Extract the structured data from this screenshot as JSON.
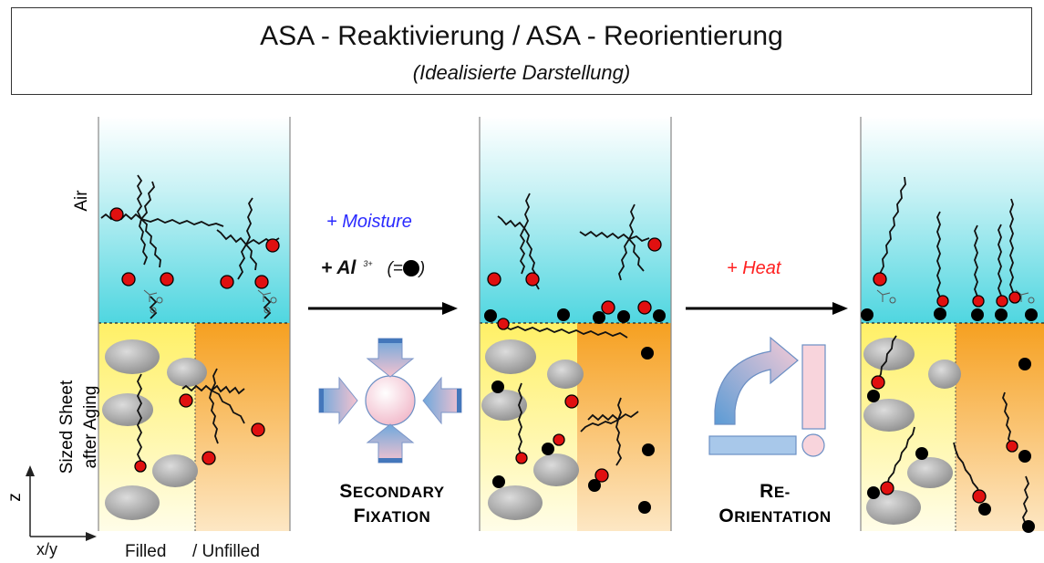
{
  "header": {
    "title": "ASA - Reaktivierung / ASA - Reorientierung",
    "subtitle": "(Idealisierte Darstellung)"
  },
  "panel1": {
    "air_label": "Air",
    "sheet_label_line1": "Sized Sheet",
    "sheet_label_line2": "after Aging",
    "filled_label": "Filled",
    "unfilled_label": "/ Unfilled"
  },
  "axes": {
    "z_label": "z",
    "xy_label": "x/y"
  },
  "step1": {
    "moisture_label": "+ Moisture",
    "al_prefix": "+ Al",
    "al_superscript": "3+",
    "al_suffix_open": "(=",
    "al_suffix_close": ")",
    "caption_line1_first": "S",
    "caption_line1_rest": "ECONDARY",
    "caption_line2_first": "F",
    "caption_line2_rest": "IXATION"
  },
  "step2": {
    "heat_label": "+ Heat",
    "caption_line1_first": "R",
    "caption_line1_rest": "E-",
    "caption_line2_first": "O",
    "caption_line2_rest": "RIENTATION"
  },
  "colors": {
    "air_top": "#ffffff",
    "air_bottom": "#4fd6e0",
    "filled": "#fff27a",
    "unfilled": "#f7a623",
    "moisture_text": "#2a2aff",
    "heat_text": "#ff2020",
    "ball_red": "#e01010",
    "ball_black": "#000000",
    "particle_gray": "#a9a9a9"
  }
}
